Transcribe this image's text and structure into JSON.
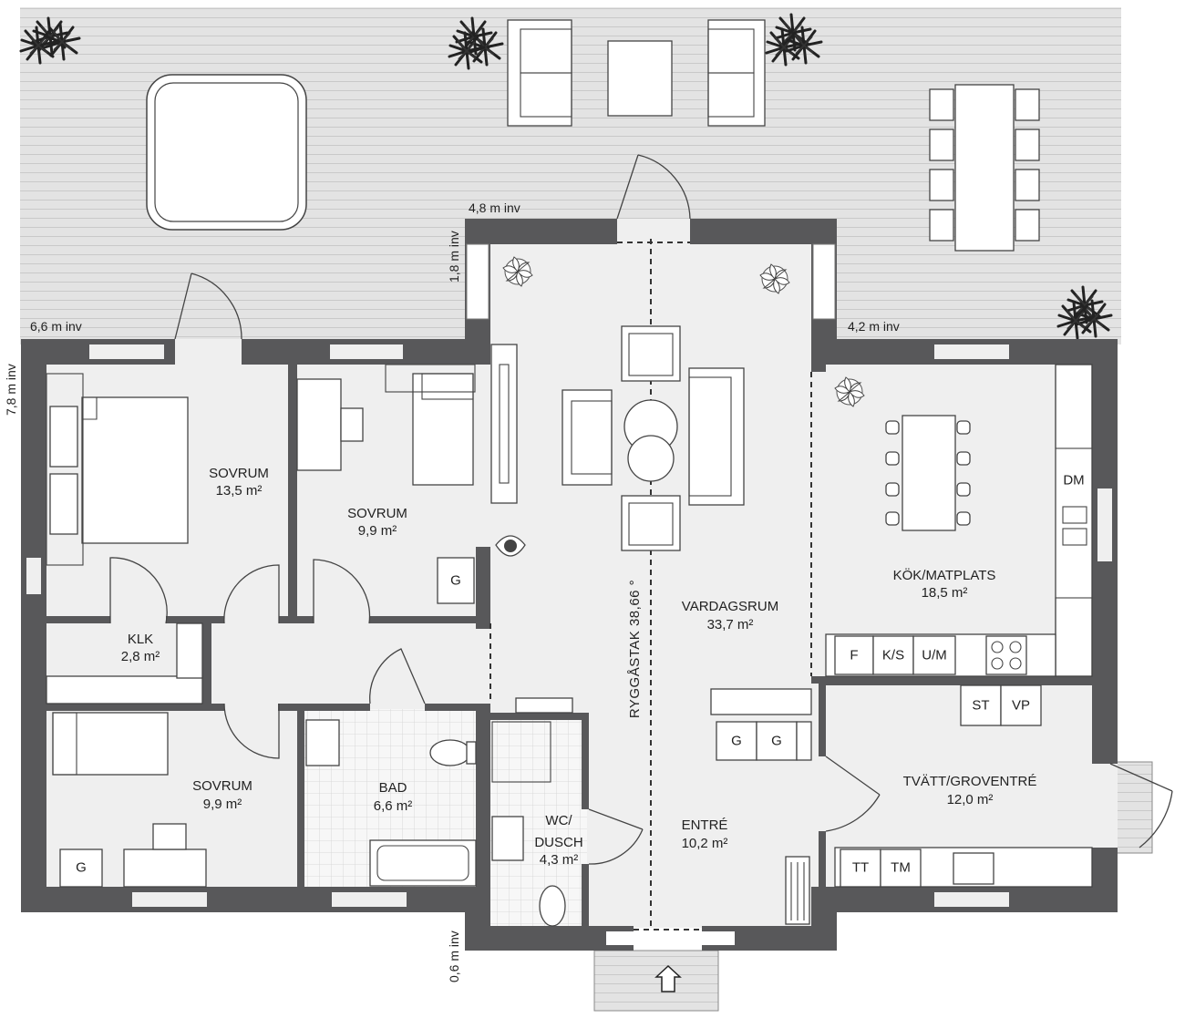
{
  "rooms": {
    "sovrum1": {
      "name": "SOVRUM",
      "area": "13,5 m²"
    },
    "sovrum2": {
      "name": "SOVRUM",
      "area": "9,9 m²"
    },
    "sovrum3": {
      "name": "SOVRUM",
      "area": "9,9 m²"
    },
    "klk": {
      "name": "KLK",
      "area": "2,8 m²"
    },
    "bad": {
      "name": "BAD",
      "area": "6,6 m²"
    },
    "wc": {
      "name1": "WC/",
      "name2": "DUSCH",
      "area": "4,3 m²"
    },
    "vardagsrum": {
      "name": "VARDAGSRUM",
      "area": "33,7 m²"
    },
    "entre": {
      "name": "ENTRÉ",
      "area": "10,2 m²"
    },
    "kok": {
      "name": "KÖK/MATPLATS",
      "area": "18,5 m²"
    },
    "tvatt": {
      "name": "TVÄTT/GROVENTRÉ",
      "area": "12,0 m²"
    }
  },
  "dimensions": {
    "top_width": "4,8 m inv",
    "top_depth": "1,8 m inv",
    "left_width": "6,6 m inv",
    "left_depth": "7,8 m inv",
    "right_width": "4,2 m inv",
    "bottom_depth": "0,6 m inv"
  },
  "ridge": "RYGGÅSTAK 38,66 °",
  "appliances": {
    "g": "G",
    "dm": "DM",
    "f": "F",
    "ks": "K/S",
    "um": "U/M",
    "st": "ST",
    "vp": "VP",
    "tt": "TT",
    "tm": "TM"
  },
  "colors": {
    "wall": "#58585a",
    "floor": "#efefef",
    "deck": "#e2e2e2",
    "line": "#444444"
  }
}
